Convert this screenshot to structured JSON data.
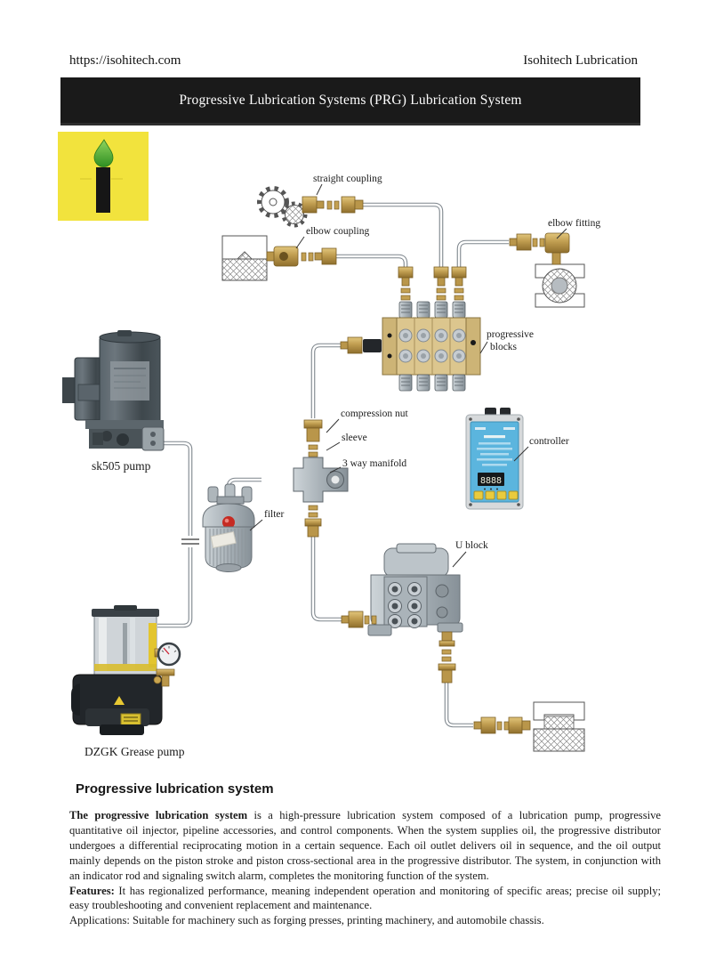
{
  "header": {
    "url": "https://isohitech.com",
    "brand": "Isohitech Lubrication"
  },
  "banner": {
    "title": "Progressive Lubrication Systems (PRG) Lubrication System"
  },
  "diagram": {
    "labels": {
      "straight_coupling": "straight coupling",
      "elbow_coupling": "elbow coupling",
      "elbow_fitting": "elbow fitting",
      "progressive_blocks_1": "progressive",
      "progressive_blocks_2": "blocks",
      "compression_nut": "compression nut",
      "sleeve": "sleeve",
      "three_way_manifold": "3 way manifold",
      "controller": "controller",
      "sk505_pump": "sk505 pump",
      "filter": "filter",
      "u_block": "U block",
      "dzgk_pump": "DZGK Grease pump"
    },
    "controller_display": "8888"
  },
  "content": {
    "heading": "Progressive lubrication system",
    "para1_lead": "The progressive lubrication system",
    "para1_rest": " is a high-pressure lubrication system composed of a lubrication pump, progressive quantitative oil injector, pipeline accessories, and control components. When the system supplies oil, the progressive distributor undergoes a differential reciprocating motion in a certain sequence. Each oil outlet delivers oil in sequence, and the oil output mainly depends on the piston stroke and piston cross-sectional area in the progressive distributor. The system, in conjunction with an indicator rod and signaling switch alarm, completes the monitoring function of the system.",
    "features_lead": "Features:",
    "features_rest": " It has regionalized performance, meaning independent operation and monitoring of specific areas; precise oil supply; easy troubleshooting and convenient replacement and maintenance.",
    "applications": "Applications: Suitable for machinery such as forging presses, printing machinery, and automobile chassis."
  },
  "colors": {
    "banner_bg": "#1a1a1a",
    "logo_bg": "#f2e33d",
    "brass": "#bf9c4f",
    "controller_blue": "#5bb5de",
    "pump_dark": "#49535a",
    "grease_yellow": "#e3c52f"
  }
}
